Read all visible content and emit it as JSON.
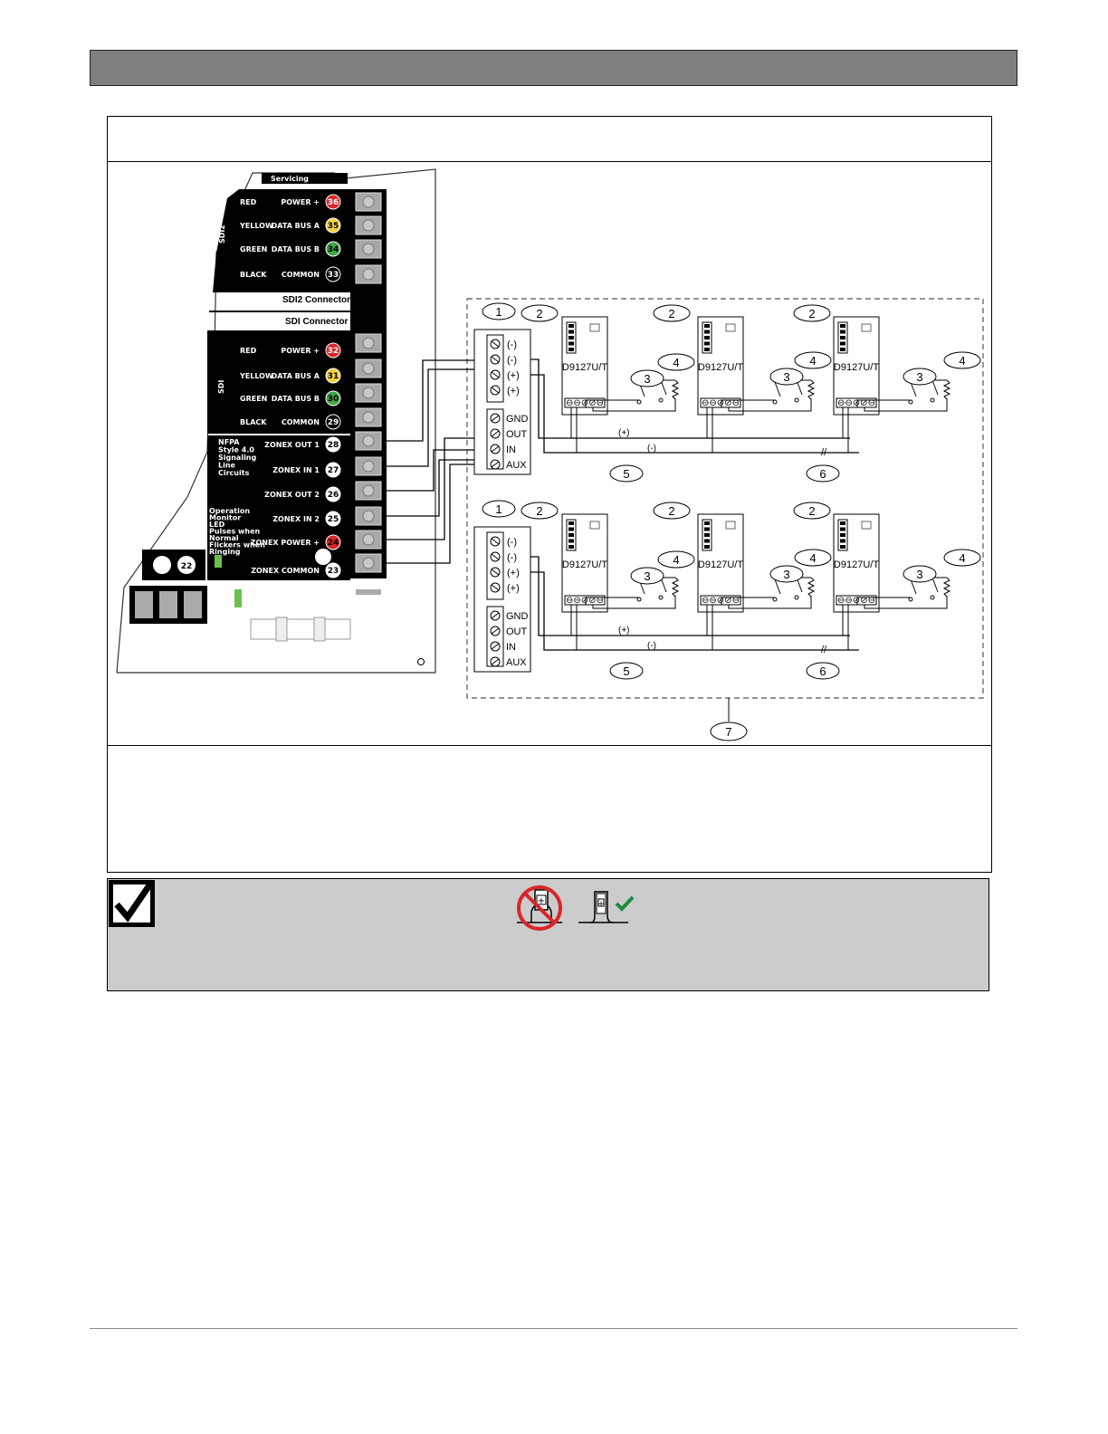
{
  "panel": {
    "top_label": "Servicing",
    "sdi2": {
      "section": "SDI2",
      "rows": [
        {
          "color": "RED",
          "name": "POWER +",
          "terminal": "36",
          "fill": "#d9252a",
          "text": "#fff"
        },
        {
          "color": "YELLOW",
          "name": "DATA BUS A",
          "terminal": "35",
          "fill": "#f2d23c",
          "text": "#000"
        },
        {
          "color": "GREEN",
          "name": "DATA BUS B",
          "terminal": "34",
          "fill": "#3fa548",
          "text": "#000"
        },
        {
          "color": "BLACK",
          "name": "COMMON",
          "terminal": "33",
          "fill": "#000000",
          "text": "#fff"
        }
      ],
      "connector": "SDI2 Connector"
    },
    "sdi": {
      "section": "SDI",
      "connector": "SDI Connector",
      "rows": [
        {
          "color": "RED",
          "name": "POWER +",
          "terminal": "32",
          "fill": "#d9252a",
          "text": "#fff"
        },
        {
          "color": "YELLOW",
          "name": "DATA BUS A",
          "terminal": "31",
          "fill": "#f2d23c",
          "text": "#000"
        },
        {
          "color": "GREEN",
          "name": "DATA BUS B",
          "terminal": "30",
          "fill": "#3fa548",
          "text": "#000"
        },
        {
          "color": "BLACK",
          "name": "COMMON",
          "terminal": "29",
          "fill": "#000000",
          "text": "#fff"
        }
      ]
    },
    "zonex": {
      "nfpa_lines": [
        "NFPA",
        "Style 4.0",
        "Signaling",
        "Line",
        "Circuits"
      ],
      "led_lines": [
        "Operation",
        "Monitor",
        "LED",
        "Pulses when",
        "Normal",
        "Flickers when",
        "Ringing"
      ],
      "rows": [
        {
          "name": "ZONEX OUT 1",
          "terminal": "28",
          "fill": "#fff",
          "text": "#000"
        },
        {
          "name": "ZONEX IN 1",
          "terminal": "27",
          "fill": "#fff",
          "text": "#000"
        },
        {
          "name": "ZONEX OUT 2",
          "terminal": "26",
          "fill": "#fff",
          "text": "#000"
        },
        {
          "name": "ZONEX IN 2",
          "terminal": "25",
          "fill": "#fff",
          "text": "#000"
        },
        {
          "name": "ZONEX POWER +",
          "terminal": "24",
          "fill": "#d9252a",
          "text": "#000"
        },
        {
          "name": "ZONEX COMMON",
          "terminal": "23",
          "fill": "#fff",
          "text": "#000"
        }
      ],
      "terminal_22": "22"
    }
  },
  "module": {
    "terminals_top": [
      "(-)",
      "(-)",
      "(+)",
      "(+)"
    ],
    "terminals_bottom": [
      "GND",
      "OUT",
      "IN",
      "AUX"
    ],
    "device_label": "D9127U/T",
    "wire_pos": "(+)",
    "wire_neg": "(-)"
  },
  "callouts": [
    "1",
    "2",
    "3",
    "4",
    "5",
    "6",
    "7"
  ],
  "colors": {
    "header_bar": "#7f7f7f",
    "note_bg": "#cccccc",
    "check_green": "#1a8f3c",
    "prohibit_red": "#d9252a"
  },
  "icons": [
    "checkbox-checked-icon",
    "prohibited-mounting-icon",
    "approved-mounting-icon"
  ]
}
